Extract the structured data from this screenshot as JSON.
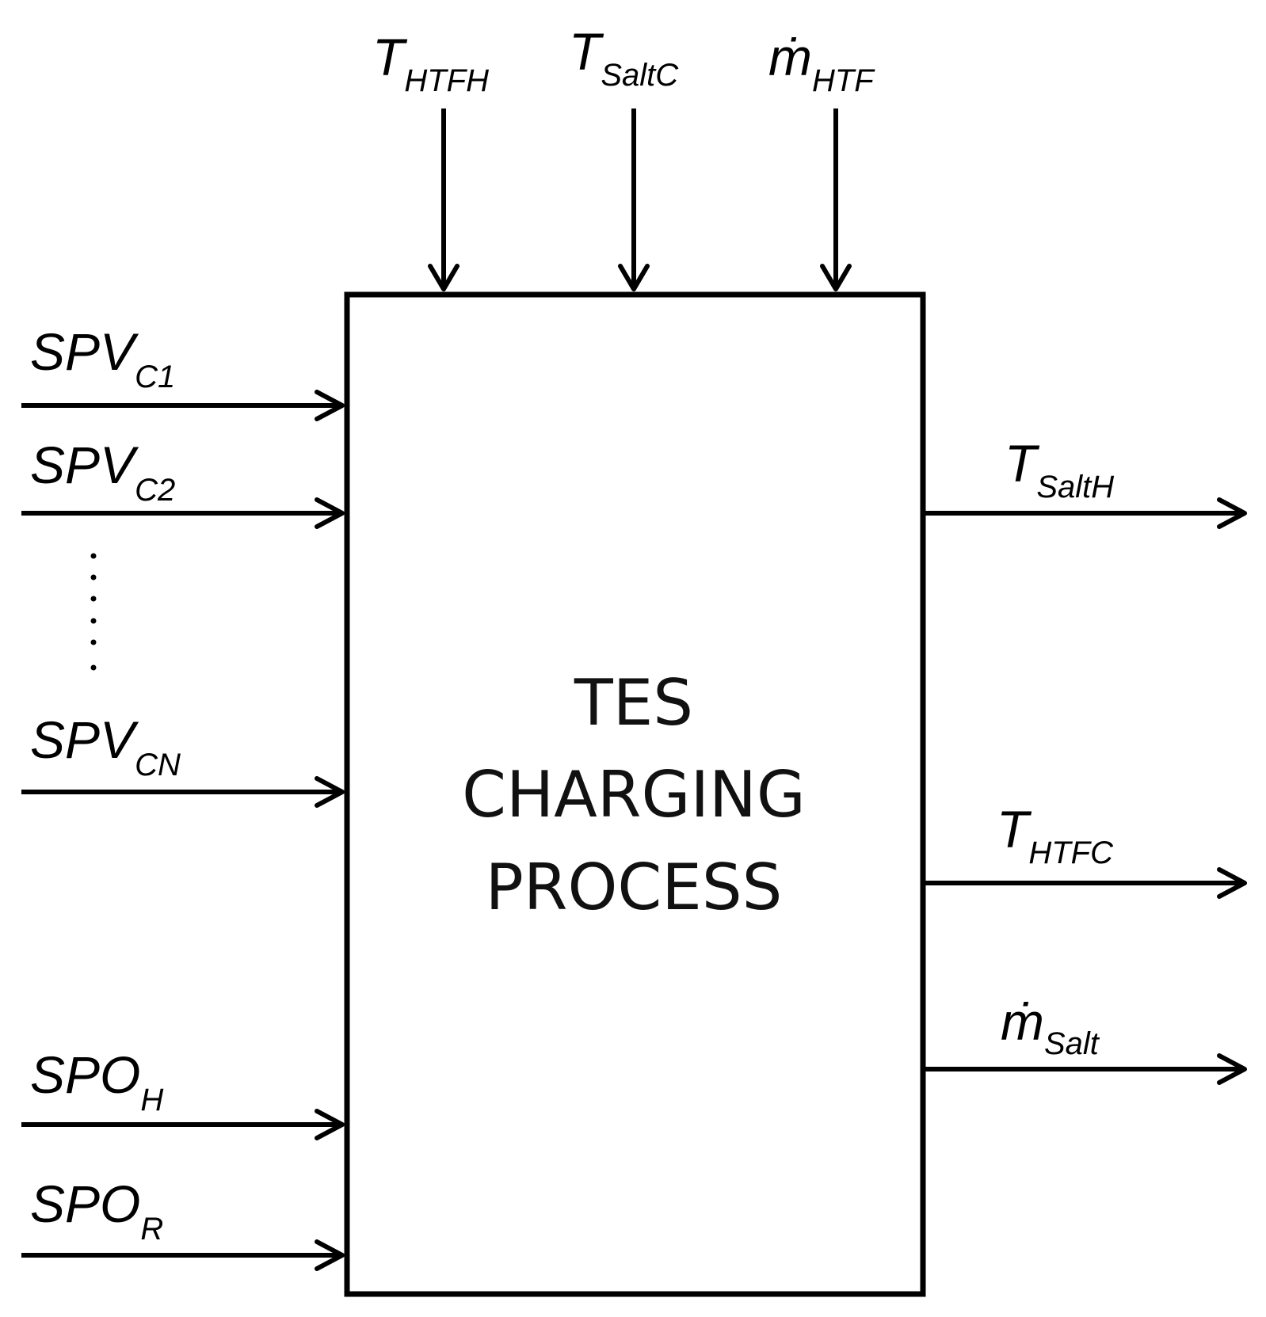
{
  "block": {
    "lines": [
      "TES",
      "CHARGING",
      "PROCESS"
    ]
  },
  "inputs_top": [
    {
      "main": "T",
      "sub": "HTFH"
    },
    {
      "main": "T",
      "sub": "SaltC"
    },
    {
      "main": "ṁ",
      "sub": "HTF"
    }
  ],
  "inputs_left": [
    {
      "main": "SPV",
      "sub": "C1"
    },
    {
      "main": "SPV",
      "sub": "C2"
    },
    {
      "main": "SPV",
      "sub": "CN"
    },
    {
      "main": "SPO",
      "sub": "H"
    },
    {
      "main": "SPO",
      "sub": "R"
    }
  ],
  "outputs_right": [
    {
      "main": "T",
      "sub": "SaltH"
    },
    {
      "main": "T",
      "sub": "HTFC"
    },
    {
      "main": "ṁ",
      "sub": "Salt"
    }
  ]
}
